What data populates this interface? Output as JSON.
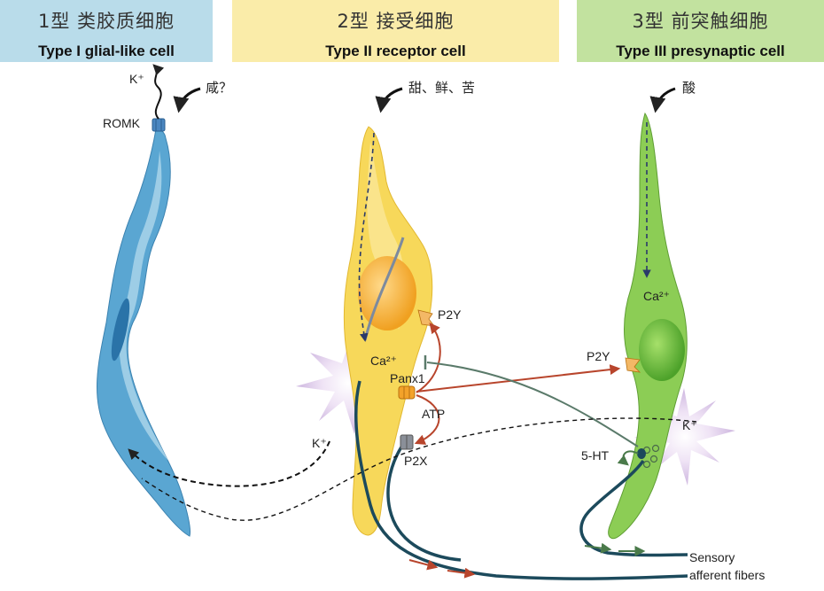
{
  "headers": [
    {
      "cn": "1型 类胶质细胞",
      "en": "Type I glial-like cell"
    },
    {
      "cn": "2型 接受细胞",
      "en": "Type II receptor cell"
    },
    {
      "cn": "3型 前突触细胞",
      "en": "Type III presynaptic cell"
    }
  ],
  "tastes": {
    "type1": "咸？",
    "type2": "甜、鲜、苦",
    "type3": "酸"
  },
  "labels": {
    "k_top": "K⁺",
    "romk": "ROMK",
    "ca_type2": "Ca²⁺",
    "p2y_type2": "P2Y",
    "panx1": "Panx1",
    "atp": "ATP",
    "p2x": "P2X",
    "k_mid": "K⁺",
    "ca_type3": "Ca²⁺",
    "p2y_type3": "P2Y",
    "k_right": "K⁺",
    "serotonin": "5-HT",
    "fibers_line1": "Sensory",
    "fibers_line2": "afferent fibers"
  },
  "colors": {
    "type1_cell": "#5aa6d2",
    "type2_cell": "#f7d85a",
    "type3_cell": "#8ccd55",
    "nerve": "#1c4a5c",
    "activation_arrow": "#b8452c",
    "inhibition_arrow": "#5a7a6a"
  }
}
